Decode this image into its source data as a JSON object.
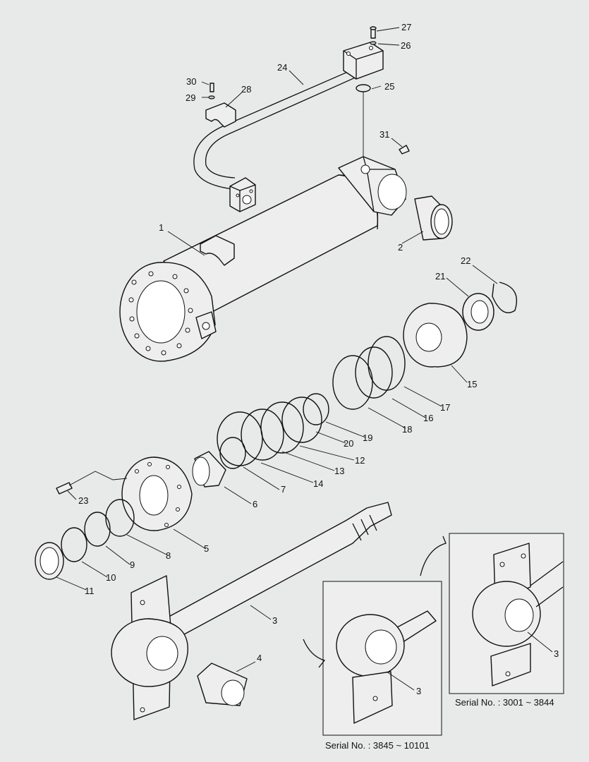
{
  "diagram": {
    "callouts": [
      {
        "id": "c1",
        "label": "1"
      },
      {
        "id": "c2",
        "label": "2"
      },
      {
        "id": "c3",
        "label": "3"
      },
      {
        "id": "c4",
        "label": "4"
      },
      {
        "id": "c5",
        "label": "5"
      },
      {
        "id": "c6",
        "label": "6"
      },
      {
        "id": "c7",
        "label": "7"
      },
      {
        "id": "c8",
        "label": "8"
      },
      {
        "id": "c9",
        "label": "9"
      },
      {
        "id": "c10",
        "label": "10"
      },
      {
        "id": "c11",
        "label": "11"
      },
      {
        "id": "c12",
        "label": "12"
      },
      {
        "id": "c13",
        "label": "13"
      },
      {
        "id": "c14",
        "label": "14"
      },
      {
        "id": "c15",
        "label": "15"
      },
      {
        "id": "c16",
        "label": "16"
      },
      {
        "id": "c17",
        "label": "17"
      },
      {
        "id": "c18",
        "label": "18"
      },
      {
        "id": "c19",
        "label": "19"
      },
      {
        "id": "c20",
        "label": "20"
      },
      {
        "id": "c21",
        "label": "21"
      },
      {
        "id": "c22",
        "label": "22"
      },
      {
        "id": "c23",
        "label": "23"
      },
      {
        "id": "c24",
        "label": "24"
      },
      {
        "id": "c25",
        "label": "25"
      },
      {
        "id": "c26",
        "label": "26"
      },
      {
        "id": "c27",
        "label": "27"
      },
      {
        "id": "c28",
        "label": "28"
      },
      {
        "id": "c29",
        "label": "29"
      },
      {
        "id": "c30",
        "label": "30"
      },
      {
        "id": "c31",
        "label": "31"
      },
      {
        "id": "ca",
        "label": "3"
      },
      {
        "id": "cb",
        "label": "3"
      }
    ],
    "variant_a": {
      "caption": "Serial No. : 3845 ~ 10101",
      "callout": "3"
    },
    "variant_b": {
      "caption": "Serial No. : 3001 ~ 3844",
      "callout": "3"
    }
  }
}
